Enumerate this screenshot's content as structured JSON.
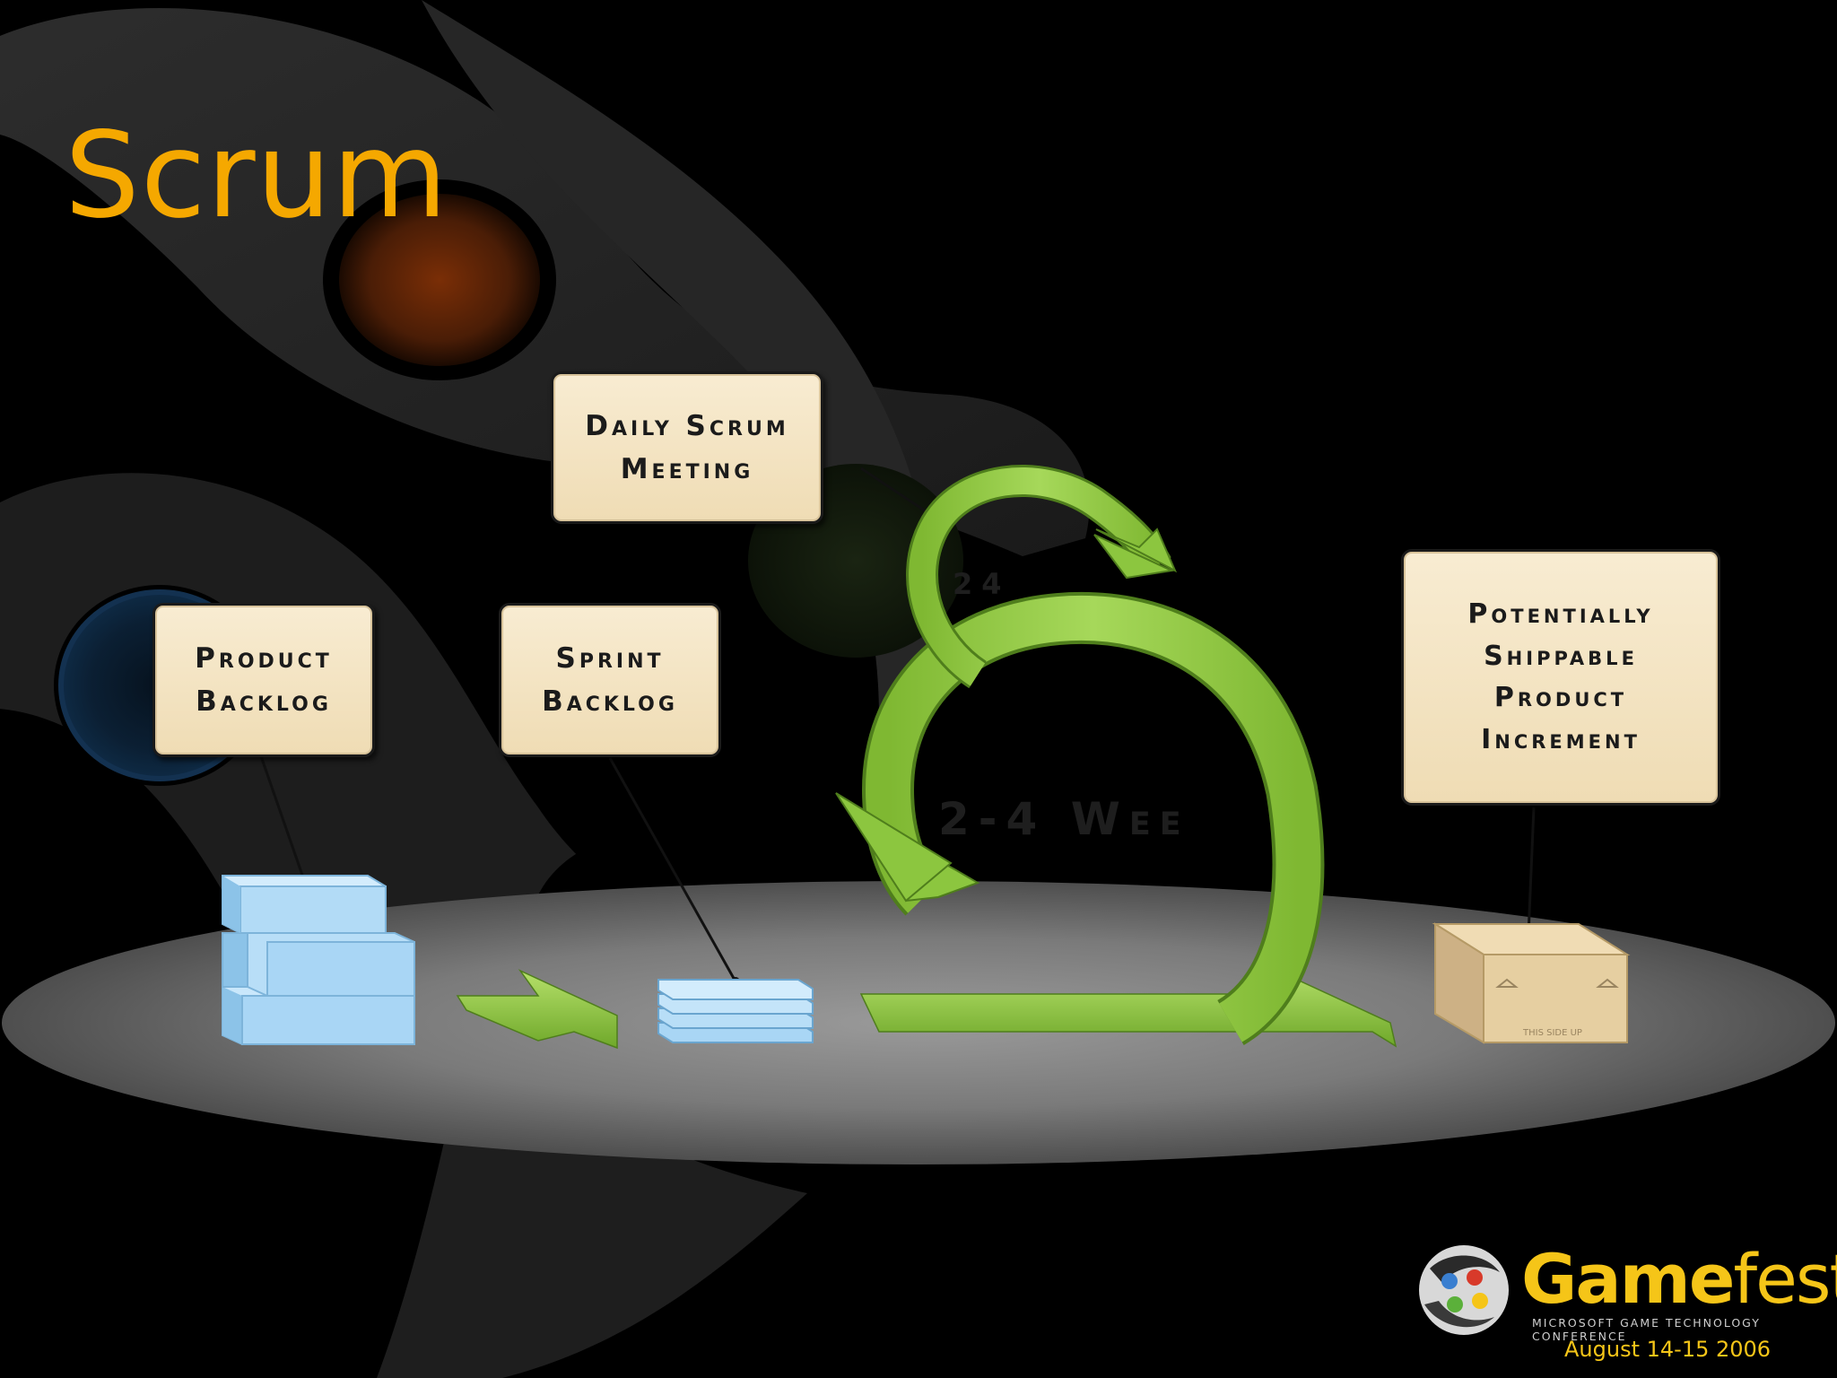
{
  "slide": {
    "title": "Scrum"
  },
  "diagram": {
    "boxes": {
      "daily_scrum": "Daily Scrum\nMeeting",
      "product_backlog": "Product\nBacklog",
      "sprint_backlog": "Sprint\nBacklog",
      "increment": "Potentially\nShippable\nProduct\nIncrement"
    },
    "cycle_labels": {
      "inner": "24",
      "outer": "2-4 Wee"
    },
    "crate_label": "THIS SIDE UP",
    "colors": {
      "arrow_green": "#8cc63f",
      "box_fill": "#f3e3c2",
      "backlog_blue": "#a9d6f5",
      "title_orange": "#f5a800"
    }
  },
  "branding": {
    "logo_name_bold": "Game",
    "logo_name_light": "fest",
    "logo_subtitle": "MICROSOFT GAME TECHNOLOGY CONFERENCE",
    "logo_date": "August 14-15 2006"
  }
}
